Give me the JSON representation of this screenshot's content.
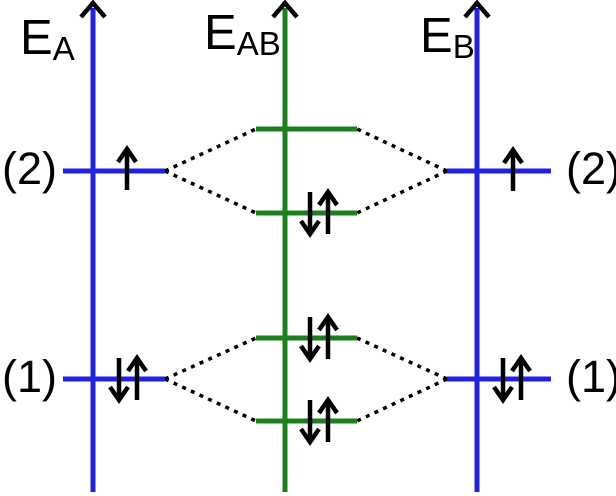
{
  "diagram": {
    "type": "molecular-orbital-energy-level-diagram",
    "colors": {
      "atomic_axis_blue": "#2222dd",
      "molecular_axis_green": "#1e7d1e",
      "ink_black": "#000000",
      "background": "#ffffff"
    },
    "axes": {
      "left": {
        "base": "E",
        "sub": "A"
      },
      "middle": {
        "base": "E",
        "sub": "AB"
      },
      "right": {
        "base": "E",
        "sub": "B"
      }
    },
    "level_labels": {
      "left_upper": "(2)",
      "left_lower": "(1)",
      "right_upper": "(2)",
      "right_lower": "(1)"
    },
    "levels": [
      {
        "axis": "A",
        "label": "(2)",
        "occupancy": "↑",
        "electrons": 1
      },
      {
        "axis": "A",
        "label": "(1)",
        "occupancy": "↓↑",
        "electrons": 2
      },
      {
        "axis": "B",
        "label": "(2)",
        "occupancy": "↑",
        "electrons": 1
      },
      {
        "axis": "B",
        "label": "(1)",
        "occupancy": "↓↑",
        "electrons": 2
      },
      {
        "axis": "AB",
        "role": "upper-antibonding",
        "occupancy": "",
        "electrons": 0
      },
      {
        "axis": "AB",
        "role": "upper-bonding",
        "occupancy": "↓↑",
        "electrons": 2
      },
      {
        "axis": "AB",
        "role": "lower-antibonding",
        "occupancy": "↓↑",
        "electrons": 2
      },
      {
        "axis": "AB",
        "role": "lower-bonding",
        "occupancy": "↓↑",
        "electrons": 2
      }
    ],
    "connections": "each atomic level (1),(2) on E_A and E_B splits via dotted correlation lines into a bonding/antibonding pair on E_AB"
  }
}
